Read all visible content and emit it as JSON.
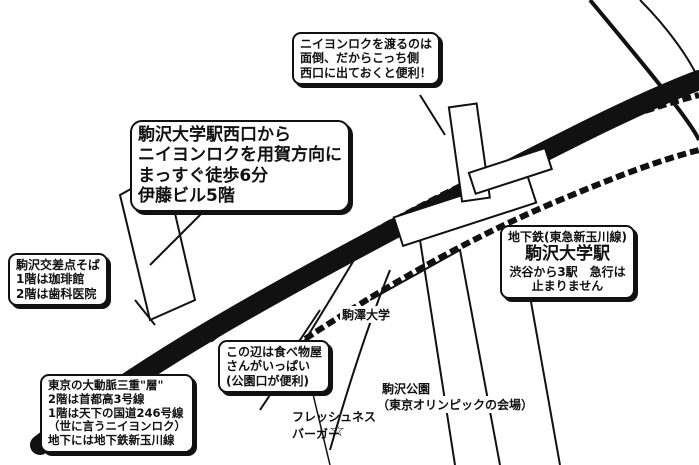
{
  "callouts": {
    "crossing_note": [
      "ニイヨンロクを渡るのは",
      "面倒、だからこっち側",
      "西口に出ておくと便利！"
    ],
    "directions": [
      "駒沢大学駅西口から",
      "ニイヨンロクを用賀方向に",
      "まっすぐ徒歩6分",
      "伊藤ビル5階"
    ],
    "station": {
      "line": "地下鉄(東急新玉川線)",
      "name": "駒沢大学駅",
      "note": [
        "渋谷から3駅　急行は",
        "止まりません"
      ]
    },
    "intersection": [
      "駒沢交差点そば",
      "1階は珈琲館",
      "2階は歯科医院"
    ],
    "highway": [
      "東京の大動脈三重\"層\"",
      "2階は首都高3号線",
      "1階は天下の国道246号線",
      "（世に言うニイヨンロク）",
      "地下には地下鉄新玉川線"
    ],
    "food": [
      "この辺は食べ物屋",
      "さんがいっぱい",
      "(公園口が便利)"
    ]
  },
  "labels": {
    "university": "駒澤大学",
    "park": "駒沢公園",
    "park_sub": "（東京オリンピックの会場）",
    "burger": "フレッシュネス",
    "burger_2": "バーガー",
    "star": "☆"
  },
  "colors": {
    "ink": "#111111",
    "paper": "#ffffff"
  }
}
